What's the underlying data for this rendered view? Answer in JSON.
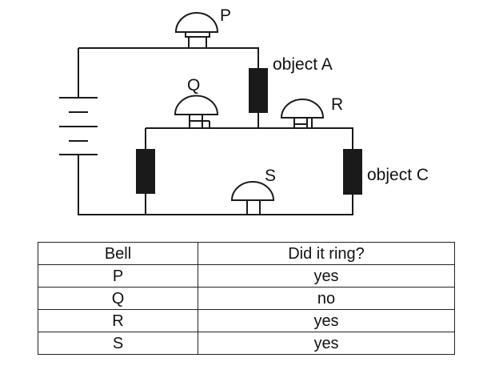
{
  "circuit": {
    "bells": [
      {
        "id": "P",
        "label": "P"
      },
      {
        "id": "Q",
        "label": "Q"
      },
      {
        "id": "R",
        "label": "R"
      },
      {
        "id": "S",
        "label": "S"
      }
    ],
    "objects": [
      {
        "id": "A",
        "label": "object A"
      },
      {
        "id": "B",
        "label": ""
      },
      {
        "id": "C",
        "label": "object C"
      }
    ],
    "colors": {
      "wire": "#1a1a1a",
      "object_fill": "#1a1a1a",
      "bell_fill": "#ffffff"
    }
  },
  "table": {
    "headers": [
      "Bell",
      "Did it ring?"
    ],
    "rows": [
      [
        "P",
        "yes"
      ],
      [
        "Q",
        "no"
      ],
      [
        "R",
        "yes"
      ],
      [
        "S",
        "yes"
      ]
    ]
  }
}
